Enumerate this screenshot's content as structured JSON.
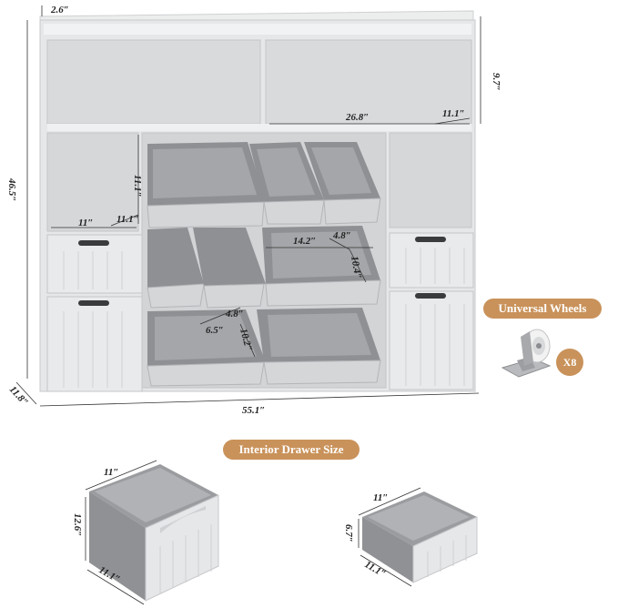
{
  "dimensions": {
    "top_lip": "2.6″",
    "shelf_height": "9.7″",
    "shelf_width": "26.8″",
    "shelf_depth": "11.1″",
    "total_height": "46.5″",
    "side_cubby_height": "11.1″",
    "side_cubby_width": "11″",
    "side_cubby_depth": "11.1″",
    "bin_large_width": "14.2″",
    "bin_large_depth_top": "4.8″",
    "bin_large_height": "10.4″",
    "bin_small_depth_top": "4.8″",
    "bin_small_width": "6.5″",
    "bin_small_height": "10.2″",
    "total_depth": "11.8″",
    "total_width": "55.1″"
  },
  "wheels": {
    "badge": "Universal Wheels",
    "quantity": "X8",
    "icon": "caster-wheel-icon"
  },
  "interior": {
    "badge": "Interior Drawer Size",
    "large": {
      "width": "11″",
      "height": "12.6″",
      "depth": "11.1″"
    },
    "small": {
      "width": "11″",
      "height": "6.7″",
      "depth": "11.1″"
    }
  },
  "colors": {
    "cabinet": "#e4e5e7",
    "cabinet_shadow": "#c9cacd",
    "bin": "#8e9093",
    "bin_dark": "#77797c",
    "accent": "#c9925a"
  }
}
